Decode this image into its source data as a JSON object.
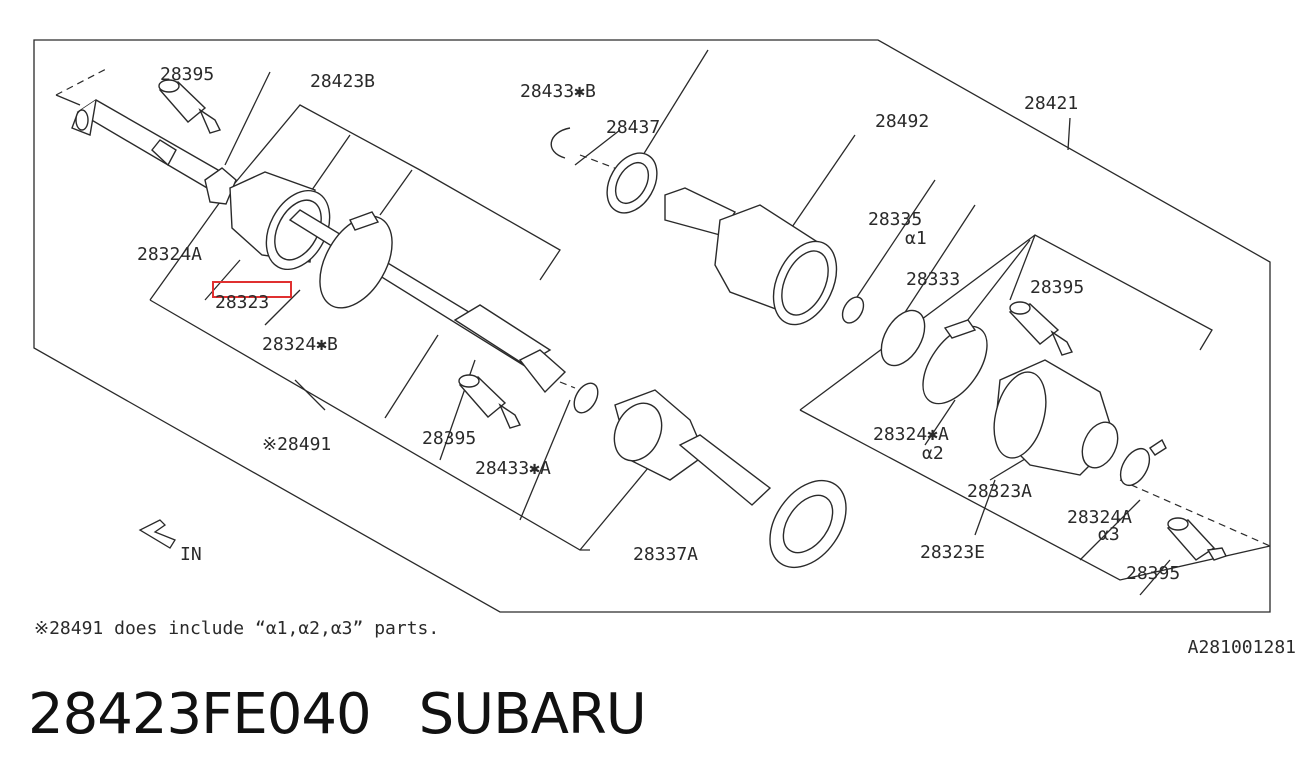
{
  "diagram": {
    "callouts": [
      {
        "id": "c1",
        "text": "28395"
      },
      {
        "id": "c2",
        "text": "28423B"
      },
      {
        "id": "c3",
        "text": "28324A"
      },
      {
        "id": "c4",
        "text": "28323"
      },
      {
        "id": "c5",
        "text": "28324✱B"
      },
      {
        "id": "c6",
        "text": "※28491"
      },
      {
        "id": "c7",
        "text": "28395"
      },
      {
        "id": "c8",
        "text": "28433✱A"
      },
      {
        "id": "c9",
        "text": "28337A"
      },
      {
        "id": "c10",
        "text": "28433✱B"
      },
      {
        "id": "c11",
        "text": "28437"
      },
      {
        "id": "c12",
        "text": "28492"
      },
      {
        "id": "c13",
        "text": "28421"
      },
      {
        "id": "c14",
        "text": "28335"
      },
      {
        "id": "c15",
        "text": "α1"
      },
      {
        "id": "c16",
        "text": "28333"
      },
      {
        "id": "c17",
        "text": "28395"
      },
      {
        "id": "c18",
        "text": "28324✱A"
      },
      {
        "id": "c19",
        "text": "α2"
      },
      {
        "id": "c20",
        "text": "28323A"
      },
      {
        "id": "c21",
        "text": "28323E"
      },
      {
        "id": "c22",
        "text": "28324A"
      },
      {
        "id": "c23",
        "text": "α3"
      },
      {
        "id": "c24",
        "text": "28395"
      }
    ],
    "direction_label": "IN",
    "footnote": "※28491 does include “α1,α2,α3” parts.",
    "figure_code": "A281001281",
    "highlight_color": "#e03030"
  },
  "caption": {
    "part_number": "28423FE040",
    "brand": "SUBARU"
  }
}
